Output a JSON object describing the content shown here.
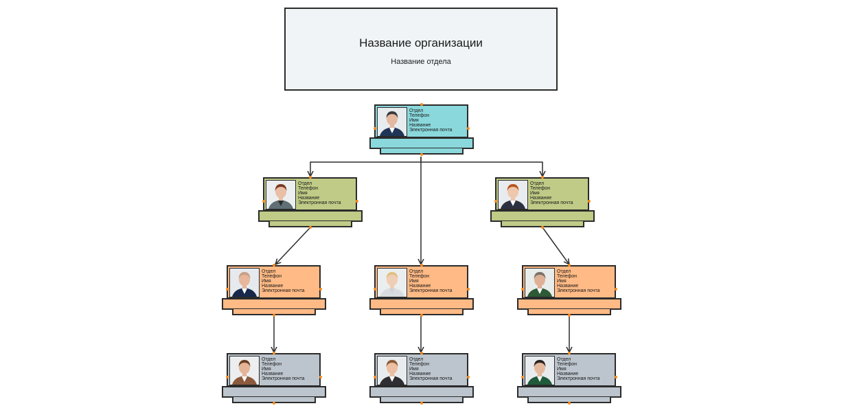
{
  "header": {
    "organization_name": "Название организации",
    "department_name": "Название отдела"
  },
  "colors": {
    "level_1": "#8ad8dc",
    "level_2": "#bfcb86",
    "level_3": "#ffba85",
    "level_4": "#bcc5cd",
    "title_fill": "#f0f4f7",
    "connector": "#2b2b2b",
    "handle": "#ff8c1a"
  },
  "card_fields": {
    "department": "Отдел",
    "phone": "Телефон",
    "name": "Имя",
    "title": "Название",
    "email": "Электронная почта"
  },
  "nodes": [
    {
      "id": "ceo",
      "level": 1,
      "parent": null,
      "photo": "man-in-suit"
    },
    {
      "id": "vp-1",
      "level": 2,
      "parent": "ceo",
      "photo": "woman-curly-hair"
    },
    {
      "id": "vp-2",
      "level": 2,
      "parent": "ceo",
      "photo": "young-man-red-hair"
    },
    {
      "id": "mgr-1",
      "level": 3,
      "parent": "vp-1",
      "photo": "man-bald-suit"
    },
    {
      "id": "mgr-2",
      "level": 3,
      "parent": "ceo",
      "photo": "woman-blonde"
    },
    {
      "id": "mgr-3",
      "level": 3,
      "parent": "vp-2",
      "photo": "man-green-jacket"
    },
    {
      "id": "emp-1",
      "level": 4,
      "parent": "mgr-1",
      "photo": "man-curly-hair"
    },
    {
      "id": "emp-2",
      "level": 4,
      "parent": "mgr-2",
      "photo": "man-beard"
    },
    {
      "id": "emp-3",
      "level": 4,
      "parent": "mgr-3",
      "photo": "woman-dark-hair"
    }
  ]
}
